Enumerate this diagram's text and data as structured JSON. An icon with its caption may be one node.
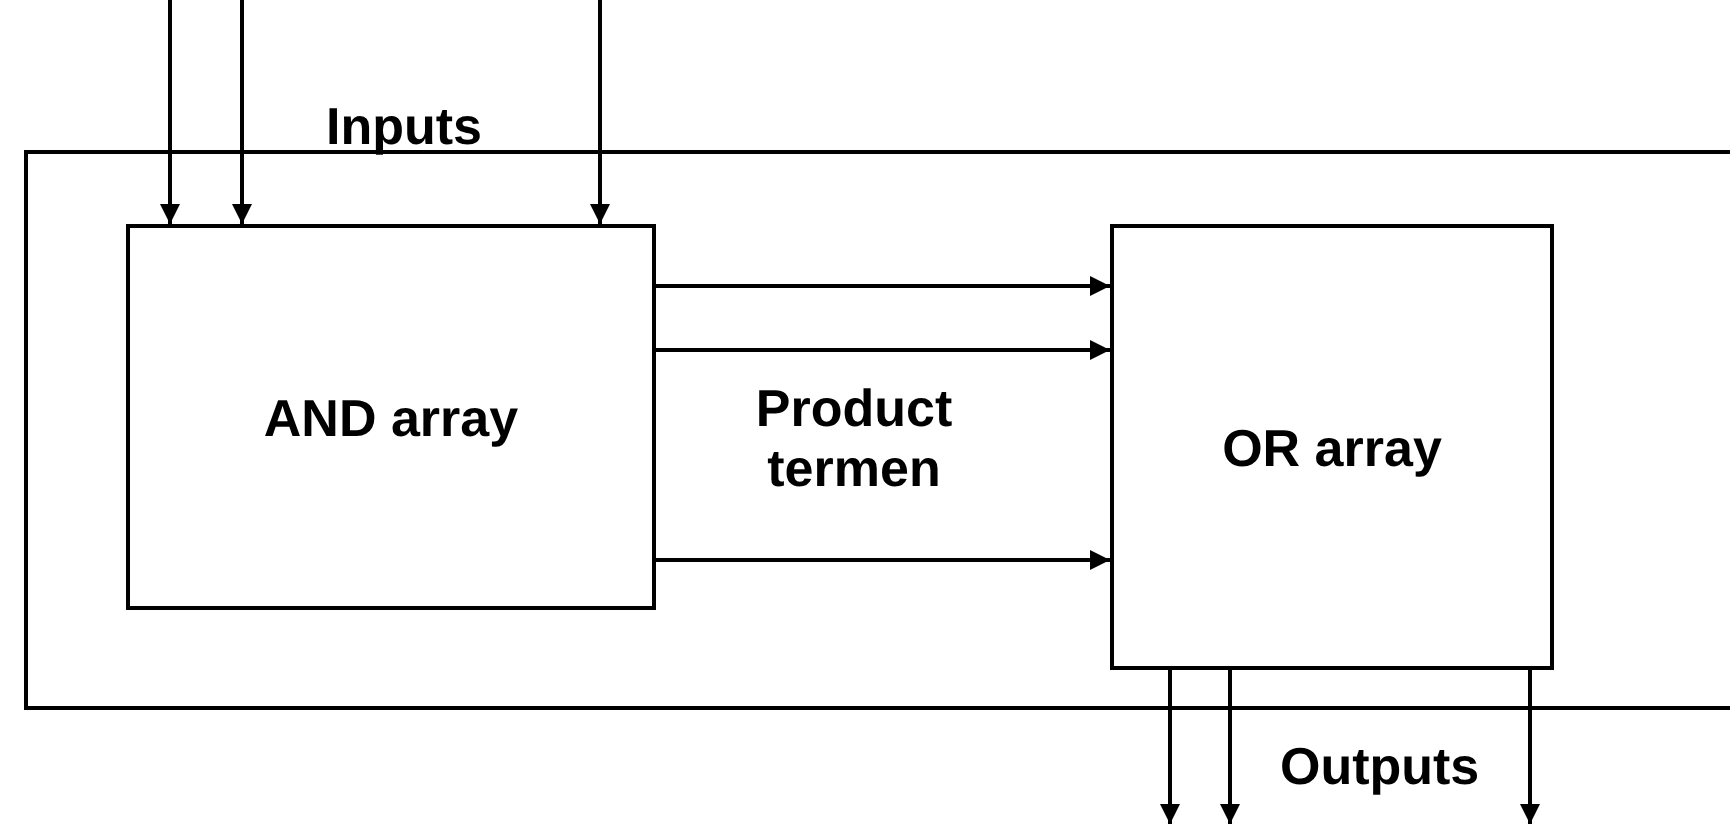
{
  "diagram": {
    "nodes": [
      {
        "text": [],
        "shape": "box"
      },
      {
        "text": [
          "AND array"
        ],
        "in": 0
      },
      {
        "text": [
          "OR array"
        ],
        "in": 0
      }
    ],
    "edges": [
      {
        "from": null,
        "to": 1,
        "arrow": "to"
      },
      {
        "from": null,
        "to": 1,
        "arrow": "to"
      },
      {
        "from": null,
        "to": 1,
        "arrow": "to"
      },
      {
        "from": 1,
        "to": 2,
        "arrow": "to"
      },
      {
        "from": 1,
        "to": 2,
        "arrow": "to"
      },
      {
        "from": 1,
        "to": 2,
        "arrow": "to"
      },
      {
        "from": 2,
        "to": null,
        "arrow": "to"
      },
      {
        "from": 2,
        "to": null,
        "arrow": "to"
      },
      {
        "from": 2,
        "to": null,
        "arrow": "to"
      }
    ],
    "labels": [
      "Inputs",
      "Product termen",
      "Outputs"
    ]
  }
}
